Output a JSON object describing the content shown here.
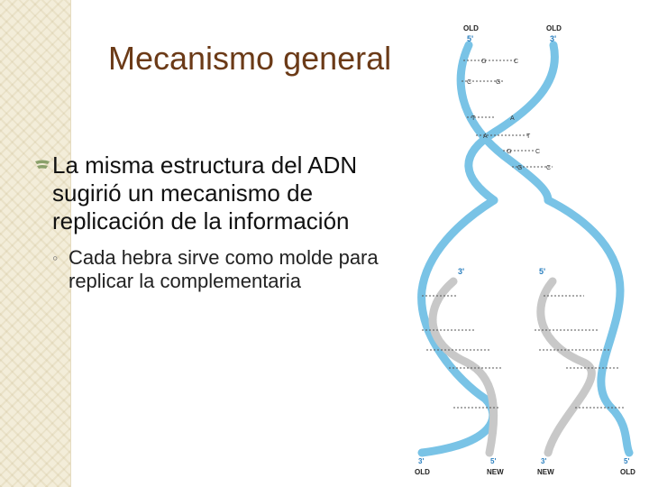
{
  "slide": {
    "title": "Mecanismo general",
    "bullet_main": "La misma estructura del ADN sugirió un mecanismo de replicación de la información",
    "bullet_sub": "Cada hebra sirve como molde para replicar la complementaria",
    "sub_marker": "◦"
  },
  "figure": {
    "top_left_label": "OLD",
    "top_left_end": "5'",
    "top_right_label": "OLD",
    "top_right_end": "3'",
    "mid_left_end": "3'",
    "mid_right_end": "5'",
    "bottom_labels": [
      "OLD",
      "NEW",
      "NEW",
      "OLD"
    ],
    "bottom_ends": [
      "3'",
      "5'",
      "3'",
      "5'"
    ],
    "colors": {
      "old_strand": "#79c3e6",
      "new_strand": "#c8c8c8",
      "title": "#6b3a17"
    }
  }
}
